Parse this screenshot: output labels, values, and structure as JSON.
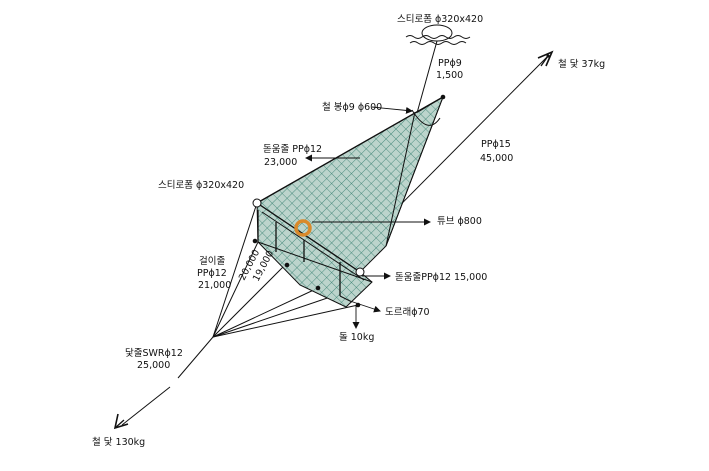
{
  "colors": {
    "net_fill": "#bcd4cc",
    "net_mesh": "#2f7a6a",
    "tube_ring": "#d98a2b",
    "line": "#111111"
  },
  "labels": {
    "float_top": "스티로폼 ϕ320x420",
    "pp9": "PPϕ9",
    "pp9_len": "1,500",
    "steel_rod": "철 봉ϕ9  ϕ600",
    "anchor_upper": "철 닻 37kg",
    "pp15": "PPϕ15",
    "pp15_len": "45,000",
    "headline": "돋움줄  PPϕ12",
    "headline_len": "23,000",
    "float_left": "스티로폼 ϕ320x420",
    "tube": "튜브  ϕ800",
    "hanging_rope": "걸이줄",
    "hanging_pp": "PPϕ12",
    "hanging_len": "21,000",
    "dim_a": "20,000",
    "dim_b": "19,000",
    "lower_line": "돋움줄PPϕ12 15,000",
    "doreurae": "도르래ϕ70",
    "stone": "돌 10kg",
    "anchor_rope": "닻줄SWRϕ12",
    "anchor_rope_len": "25,000",
    "anchor_lower": "철 닻 130kg"
  }
}
